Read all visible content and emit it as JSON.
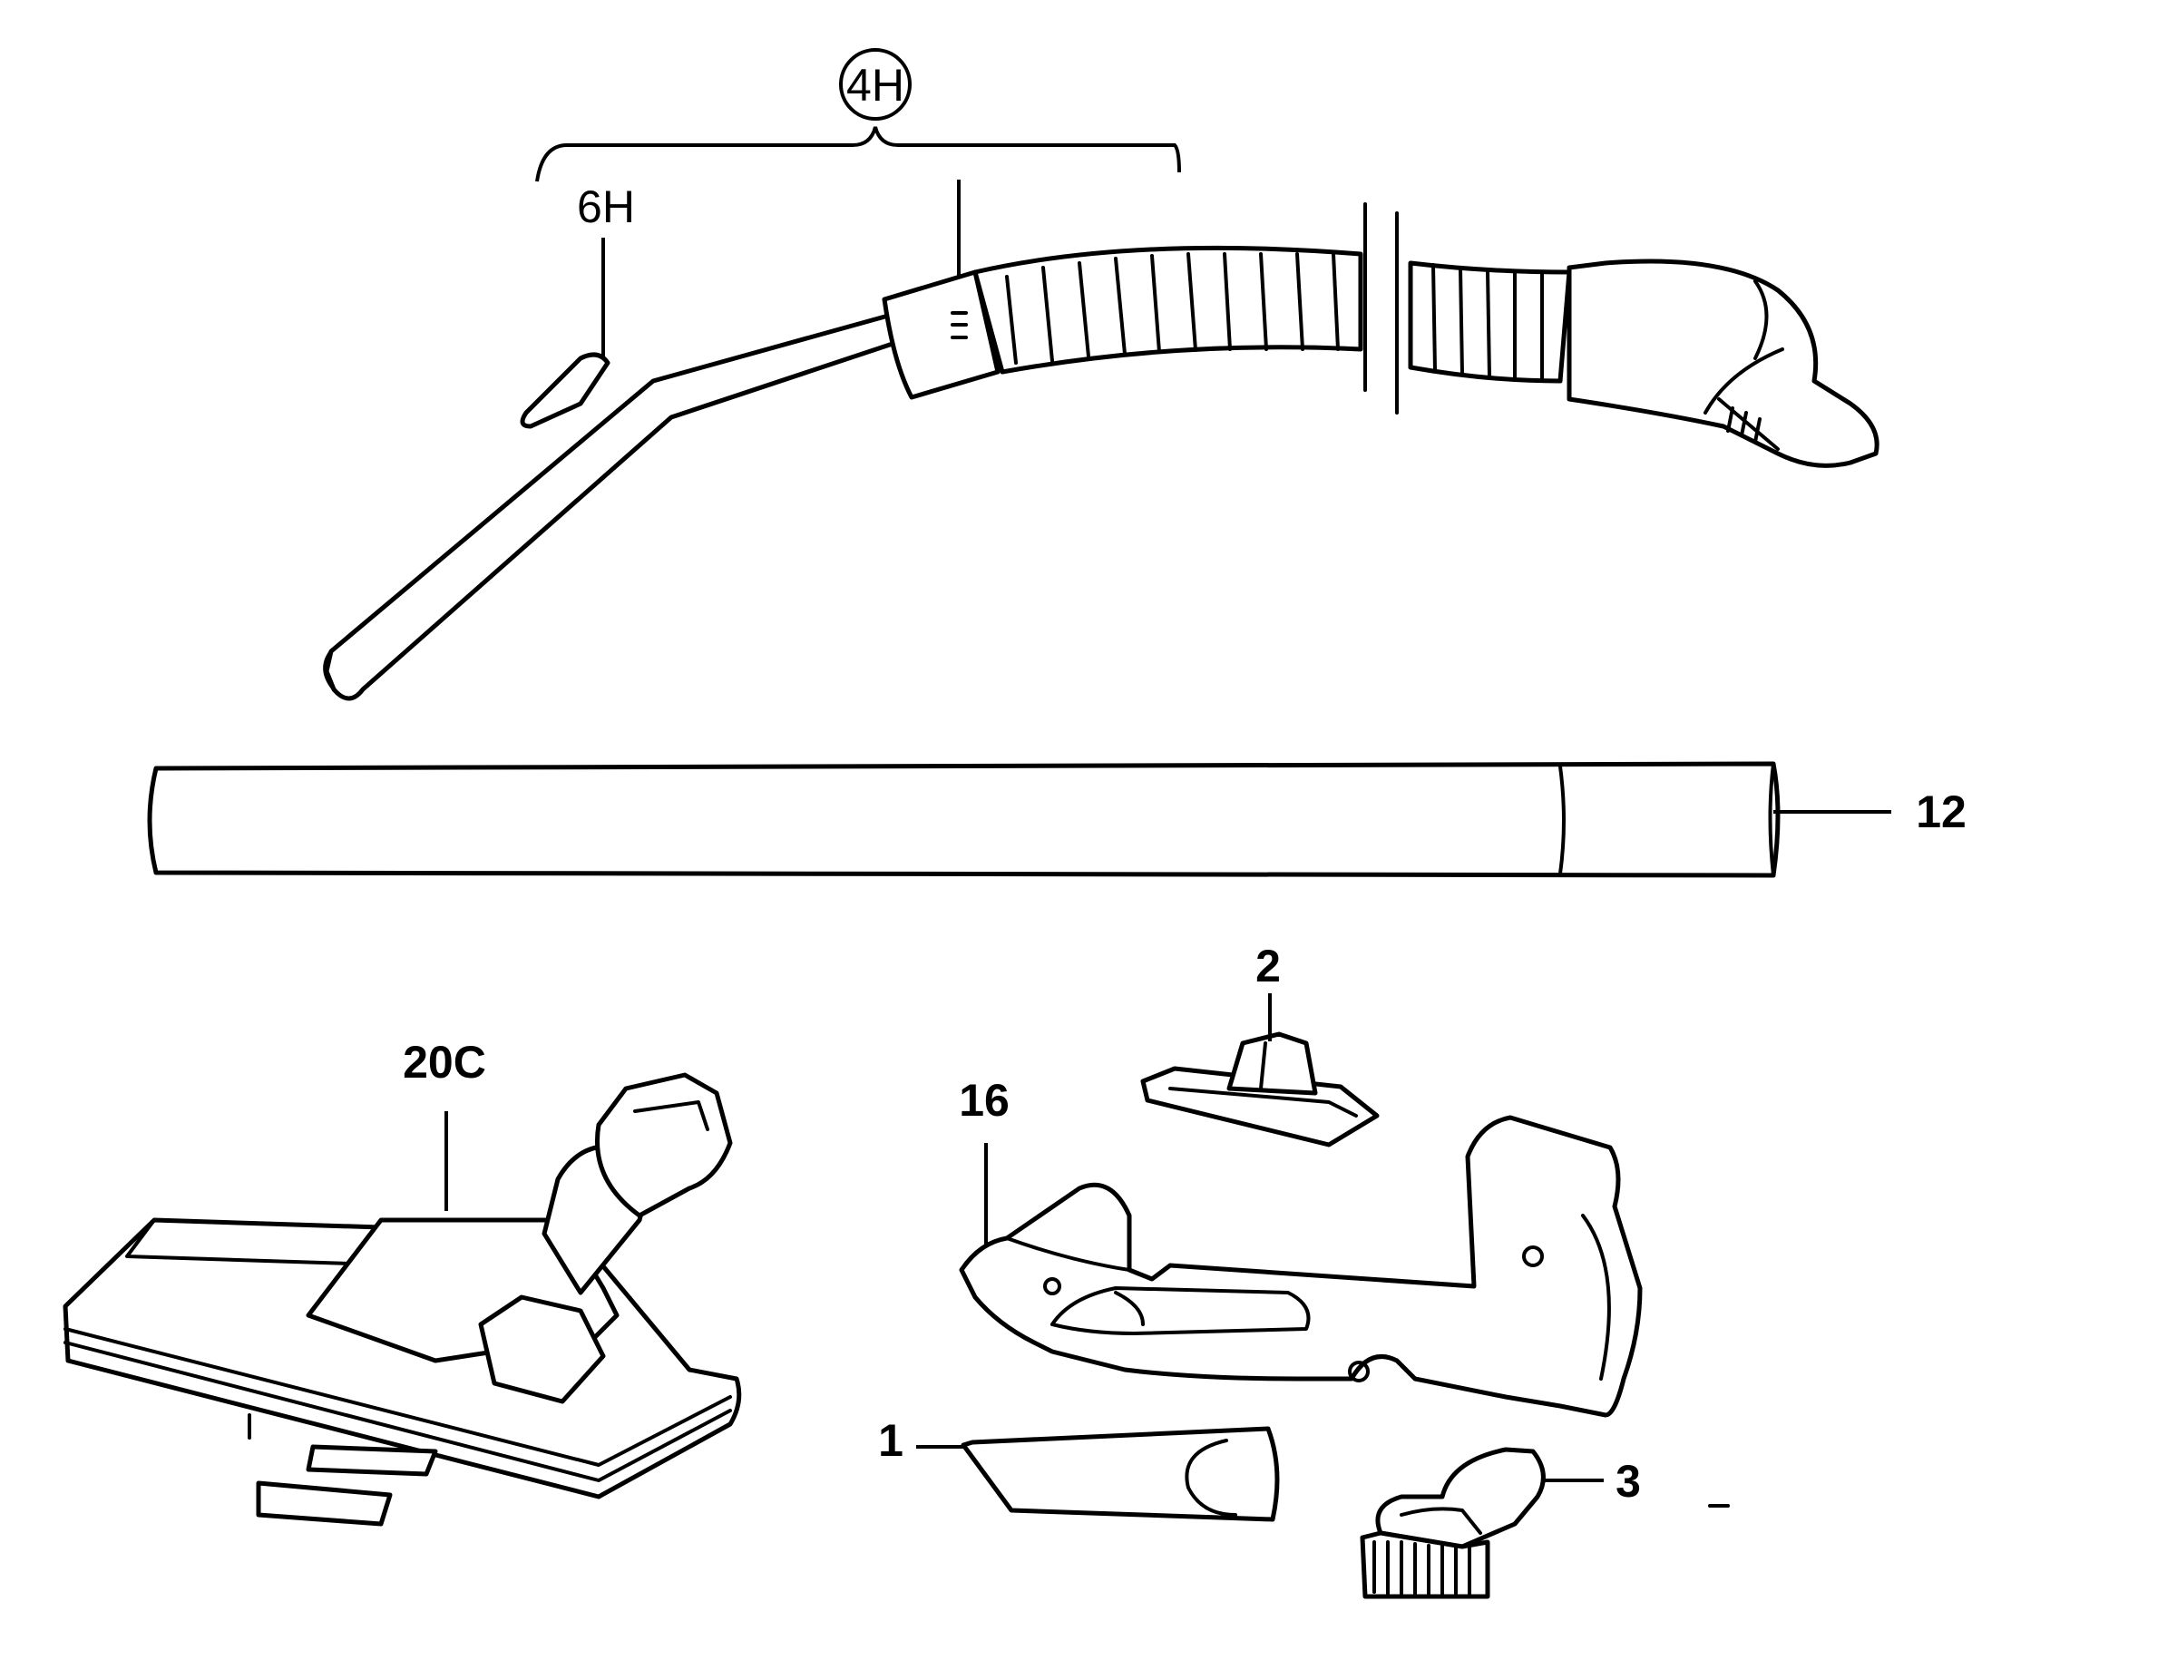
{
  "diagram": {
    "callouts": {
      "assembly_4h": "4H",
      "part_6h": "6H",
      "part_12": "12",
      "part_20c": "20C",
      "part_2": "2",
      "part_16": "16",
      "part_1": "1",
      "part_3": "3"
    },
    "parts": [
      "hose-assembly",
      "hose-handle-clip",
      "extension-tube",
      "floor-nozzle",
      "upholstery-nozzle",
      "accessory-holder",
      "crevice-tool",
      "dusting-brush"
    ]
  }
}
